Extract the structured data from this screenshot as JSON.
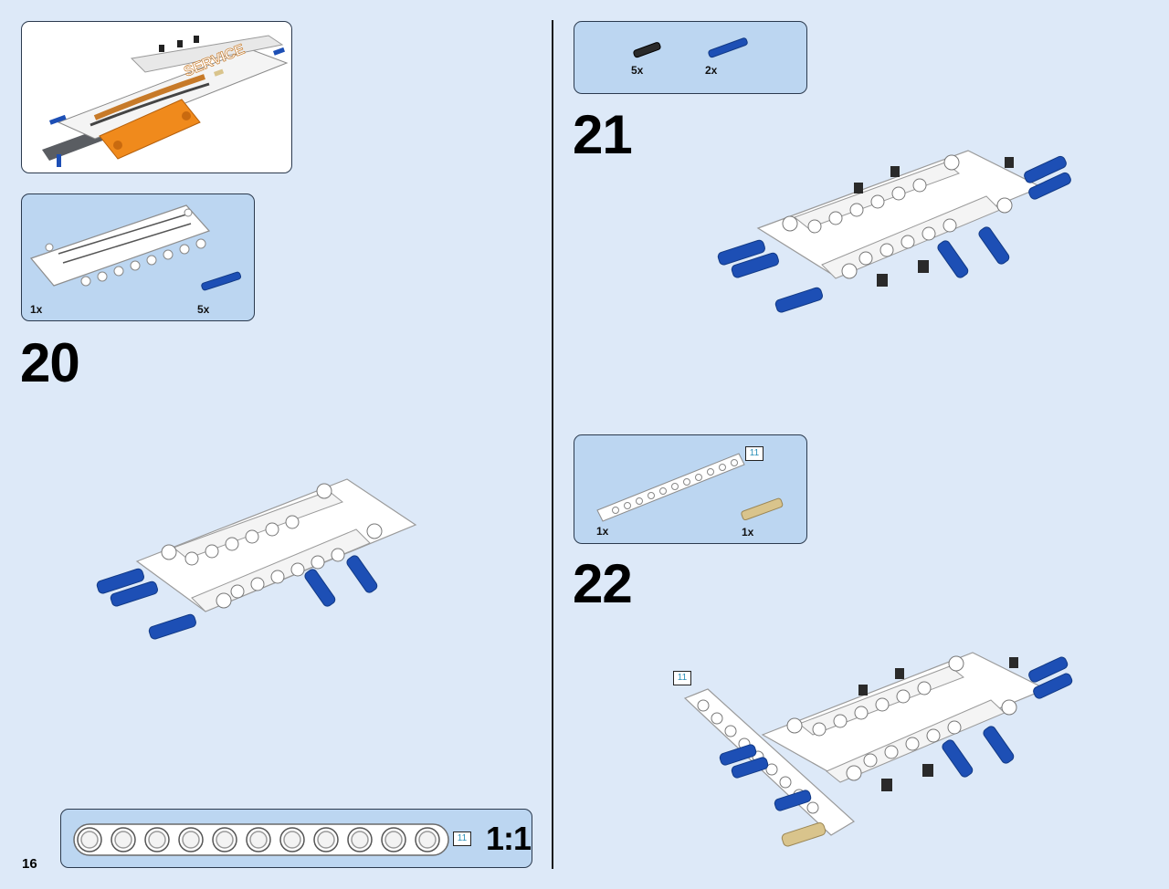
{
  "page": {
    "number": "16"
  },
  "steps": [
    {
      "number": "20",
      "parts": [
        {
          "qty": "1x",
          "part": "white-panel"
        },
        {
          "qty": "5x",
          "part": "blue-pin"
        }
      ]
    },
    {
      "number": "21",
      "parts": [
        {
          "qty": "5x",
          "part": "black-pin"
        },
        {
          "qty": "2x",
          "part": "blue-pin"
        }
      ]
    },
    {
      "number": "22",
      "parts": [
        {
          "qty": "1x",
          "part": "white-beam",
          "length_tag": "11"
        },
        {
          "qty": "1x",
          "part": "tan-pin"
        }
      ],
      "callout_tag": "11"
    }
  ],
  "scale_ruler": {
    "label": "1:1",
    "tag": "11",
    "holes": 11
  },
  "colors": {
    "background": "#dde9f8",
    "parts_box": "#bcd6f1",
    "blue_pin": "#1d4fb5",
    "white_part": "#ffffff",
    "tan_pin": "#d9c48c",
    "orange_panel": "#f08a1c"
  },
  "preview": {
    "text": "SERVICE"
  }
}
